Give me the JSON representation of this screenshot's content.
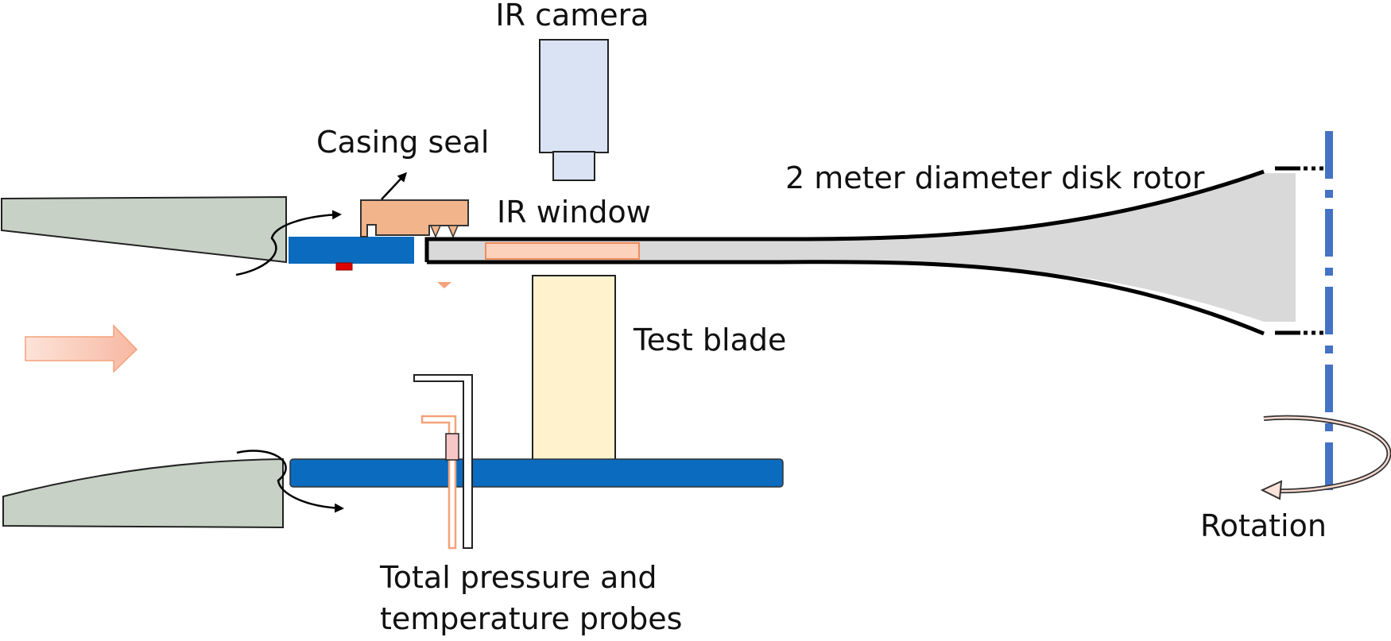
{
  "labels": {
    "ir_camera": "IR camera",
    "casing_seal": "Casing seal",
    "ir_window": "IR window",
    "disk_rotor": "2 meter diameter disk rotor",
    "test_blade": "Test blade",
    "rotation": "Rotation",
    "probes_line1": "Total pressure and",
    "probes_line2": "temperature probes"
  },
  "colors": {
    "nozzle": "#c7d1c5",
    "endwall": "#0a6bbf",
    "seal": "#f2b48a",
    "window": "#fcd2bd",
    "rotor": "#d9d9d9",
    "camera": "#d9e3f3",
    "blade": "#fff2cc",
    "axis": "#4472c4",
    "flow_arrow": "#f8c3b0",
    "probe_orange": "#f4a27a",
    "marker_red": "#e00000"
  }
}
